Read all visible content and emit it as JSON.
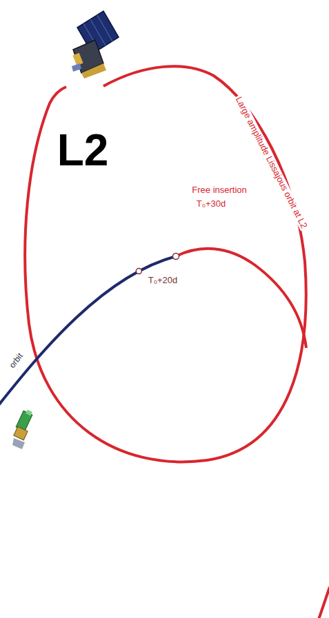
{
  "diagram": {
    "labels": [
      "L2",
      "Large amplitude Lissajous orbit at L2",
      "Free insertion",
      "T₀+30d",
      "T₀+20d",
      "orbit"
    ]
  }
}
